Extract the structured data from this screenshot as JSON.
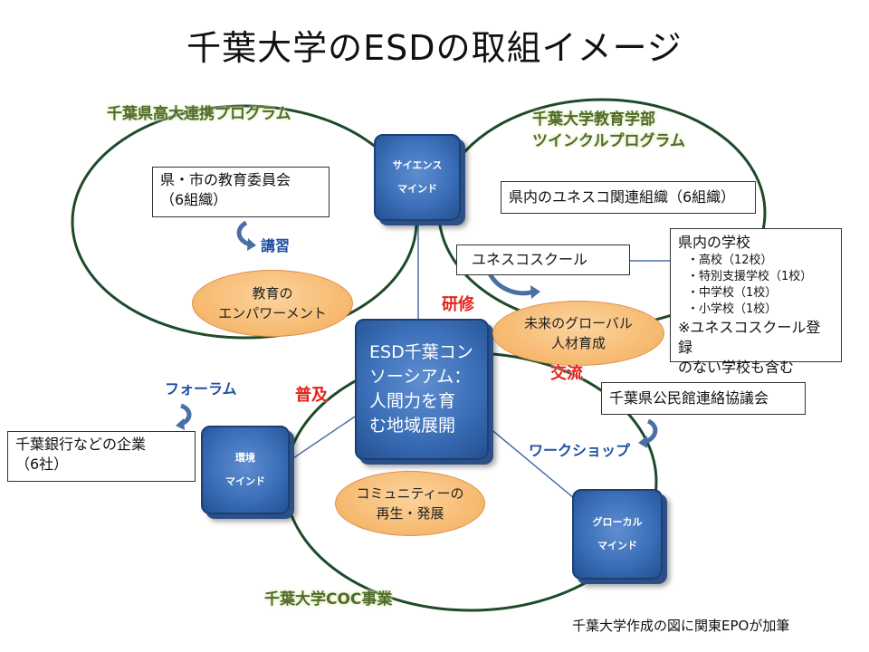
{
  "title": "千葉大学のESDの取組イメージ",
  "rings": {
    "left": "千葉県高大連携プログラム",
    "right_line1": "千葉大学教育学部",
    "right_line2": "ツインクルプログラム",
    "bottom": "千葉大学COC事業"
  },
  "cubes": {
    "science": [
      "サイエンス",
      "マインド"
    ],
    "center": [
      "ESD千葉コン",
      "ソーシアム：",
      "人間力を育",
      "む地域展開"
    ],
    "environment": [
      "環境",
      "マインド"
    ],
    "glocal": [
      "グローカル",
      "マインド"
    ]
  },
  "ellipses": {
    "empowerment": [
      "教育の",
      "エンパワーメント"
    ],
    "global_talent": [
      "未来のグローバル",
      "人材育成"
    ],
    "community": [
      "コミュニティーの",
      "再生・発展"
    ]
  },
  "boxes": {
    "board": [
      "県・市の教育委員会",
      "（6組織）"
    ],
    "unesco_orgs": "県内のユネスコ関連組織（6組織）",
    "unesco_school": "ユネスコスクール",
    "schools": {
      "heading": "県内の学校",
      "items": [
        "・高校（12校）",
        "・特別支援学校（1校）",
        "・中学校（1校）",
        "・小学校（1校）"
      ],
      "note_line1": "※ユネスコスクール登録",
      "note_line2": "のない学校も含む"
    },
    "kominkan": "千葉県公民館連絡協議会",
    "companies": [
      "千葉銀行などの企業",
      "（6社）"
    ]
  },
  "actions": {
    "lecture": "講習",
    "training": "研修",
    "exchange": "交流",
    "spread": "普及",
    "forum": "フォーラム",
    "workshop": "ワークショップ"
  },
  "colors": {
    "cube_blue": "#3b6fb8",
    "ellipse_orange": "#f6b66a",
    "ring_stroke": "#1f4a2a",
    "action_blue": "#1f4fa3",
    "action_red": "#e2231a",
    "ring_label_green": "#4f6b2a"
  },
  "footer": "千葉大学作成の図に関東EPOが加筆"
}
